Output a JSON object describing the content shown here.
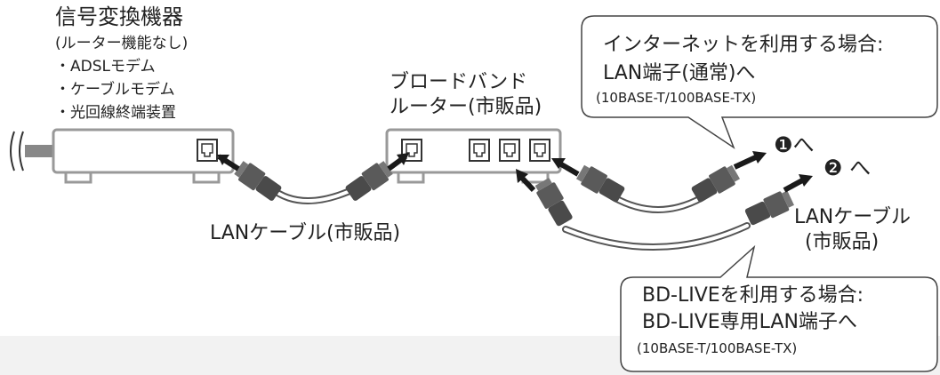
{
  "modem": {
    "title": "信号変換機器",
    "subtitle": "(ルーター機能なし)",
    "items": [
      "・ADSLモデム",
      "・ケーブルモデム",
      "・光回線終端装置"
    ]
  },
  "router": {
    "line1": "ブロードバンド",
    "line2": "ルーター(市販品)"
  },
  "cable_left": "LANケーブル(市販品)",
  "cable_right": {
    "line1": "LANケーブル",
    "line2": "(市販品)"
  },
  "callout_internet": {
    "line1": "インターネットを利用する場合:",
    "line2": "LAN端子(通常)へ",
    "line3": "(10BASE-T/100BASE-TX)"
  },
  "callout_bdlive": {
    "line1": "BD-LIVEを利用する場合:",
    "line2": "BD-LIVE専用LAN端子へ",
    "line3": "(10BASE-T/100BASE-TX)"
  },
  "destinations": [
    "❶へ",
    "❷ へ"
  ],
  "colors": {
    "outline": "#999999",
    "connector": "#4a4a4a",
    "arrow": "#1a1a1a",
    "text": "#222222"
  }
}
